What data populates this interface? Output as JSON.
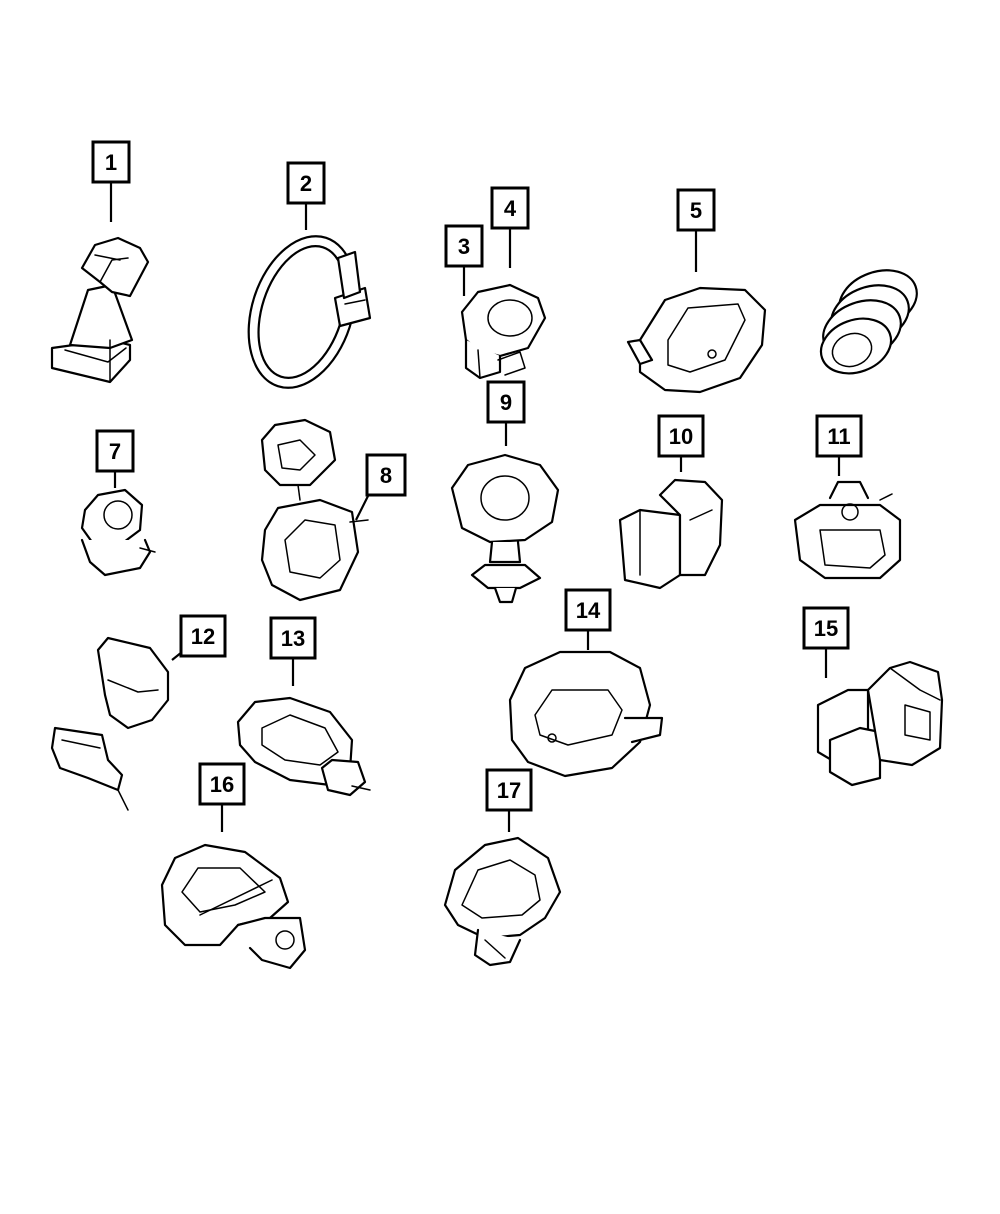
{
  "callouts": [
    {
      "label": "1"
    },
    {
      "label": "2"
    },
    {
      "label": "3"
    },
    {
      "label": "4"
    },
    {
      "label": "5"
    },
    {
      "label": "7"
    },
    {
      "label": "8"
    },
    {
      "label": "9"
    },
    {
      "label": "10"
    },
    {
      "label": "11"
    },
    {
      "label": "12"
    },
    {
      "label": "13"
    },
    {
      "label": "14"
    },
    {
      "label": "15"
    },
    {
      "label": "16"
    },
    {
      "label": "17"
    }
  ],
  "colors": {
    "line": "#000000",
    "background": "#ffffff"
  }
}
